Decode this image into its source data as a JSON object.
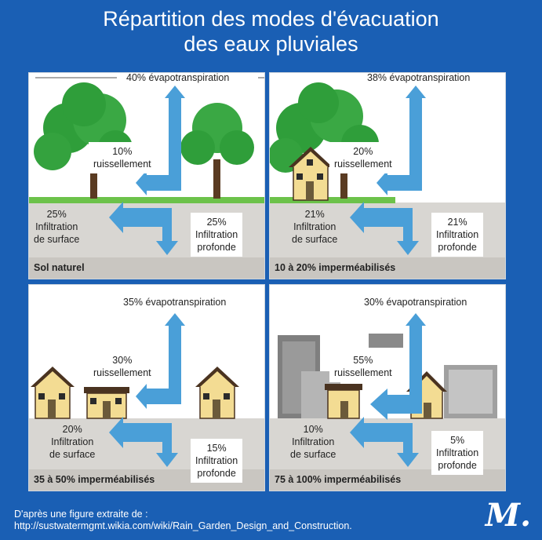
{
  "title_line1": "Répartition des modes d'évacuation",
  "title_line2": "des eaux pluviales",
  "source_line1": "D'après une figure extraite de :",
  "source_line2": "http://sustwatermgmt.wikia.com/wiki/Rain_Garden_Design_and_Construction.",
  "logo": "M.",
  "colors": {
    "background": "#1a5fb4",
    "ground": "#d8d6d2",
    "tree": "#2f9e3a",
    "arrow": "#4a9fd8",
    "house_wall": "#f3dc93",
    "roof": "#4a3320",
    "building": "#7f7f7f"
  },
  "panels": [
    {
      "scenario": "Sol naturel",
      "evap": "40% évapotranspiration",
      "runoff_pct": "10%",
      "runoff": "ruissellement",
      "shallow_pct": "25%",
      "shallow1": "Infiltration",
      "shallow2": "de surface",
      "deep_pct": "25%",
      "deep1": "Infiltration",
      "deep2": "profonde"
    },
    {
      "scenario": "10 à 20% imperméabilisés",
      "evap": "38% évapotranspiration",
      "runoff_pct": "20%",
      "runoff": "ruissellement",
      "shallow_pct": "21%",
      "shallow1": "Infiltration",
      "shallow2": "de surface",
      "deep_pct": "21%",
      "deep1": "Infiltration",
      "deep2": "profonde"
    },
    {
      "scenario": "35 à 50% imperméabilisés",
      "evap": "35% évapotranspiration",
      "runoff_pct": "30%",
      "runoff": "ruissellement",
      "shallow_pct": "20%",
      "shallow1": "Infiltration",
      "shallow2": "de surface",
      "deep_pct": "15%",
      "deep1": "Infiltration",
      "deep2": "profonde"
    },
    {
      "scenario": "75 à 100% imperméabilisés",
      "evap": "30% évapotranspiration",
      "runoff_pct": "55%",
      "runoff": "ruissellement",
      "shallow_pct": "10%",
      "shallow1": "Infiltration",
      "shallow2": "de surface",
      "deep_pct": "5%",
      "deep1": "Infiltration",
      "deep2": "profonde"
    }
  ]
}
